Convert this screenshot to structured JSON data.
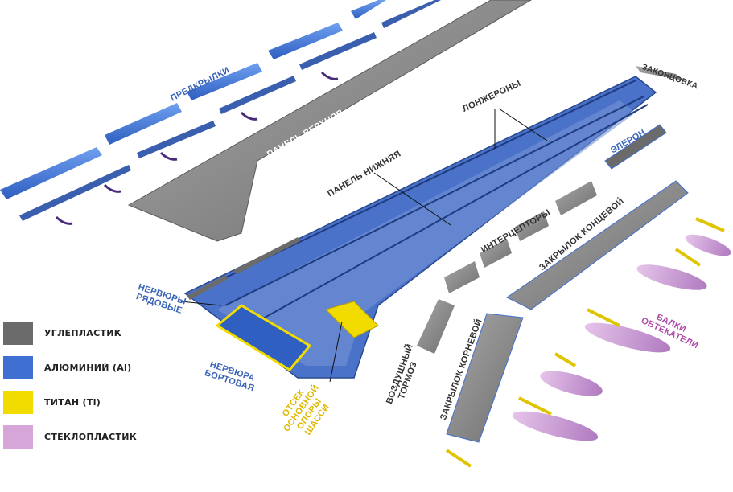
{
  "labels": {
    "slats": "ПРЕДКРЫЛКИ",
    "upper_panel": "ПАНЕЛЬ ВЕРХНЯЯ",
    "lower_panel": "ПАНЕЛЬ НИЖНЯЯ",
    "spars": "ЛОНЖЕРОНЫ",
    "wingtip": "ЗАКОНЦОВКА",
    "aileron": "ЭЛЕРОН",
    "spoilers": "ИНТЕРЦЕПТОРЫ",
    "outer_flap": "ЗАКРЫЛОК КОНЦЕВОЙ",
    "fairing_beams": "БАЛКИ ОБТЕКАТЕЛИ",
    "ribs_regular": "НЕРВЮРЫ РЯДОВЫЕ",
    "rib_side": "НЕРВЮРА БОРТОВАЯ",
    "gear_bay": "ОТСЕК ОСНОВНОЙ ОПОРЫ ШАССИ",
    "airbrake": "ВОЗДУШНЫЙ ТОРМОЗ",
    "root_flap": "ЗАКРЫЛОК КОРНЕВОЙ"
  },
  "legend": [
    {
      "label": "УГЛЕПЛАСТИК",
      "color": "#6b6b6b"
    },
    {
      "label": "АЛЮМИНИЙ (Al)",
      "color": "#3f6fd0"
    },
    {
      "label": "ТИТАН (Ti)",
      "color": "#f2dc00"
    },
    {
      "label": "СТЕКЛОПЛАСТИК",
      "color": "#d6a6d8"
    }
  ],
  "colors": {
    "carbon": "#8a8a8a",
    "aluminium": "#3f6fd0",
    "titanium": "#f2dc00",
    "fiberglass": "#d6a6d8"
  }
}
